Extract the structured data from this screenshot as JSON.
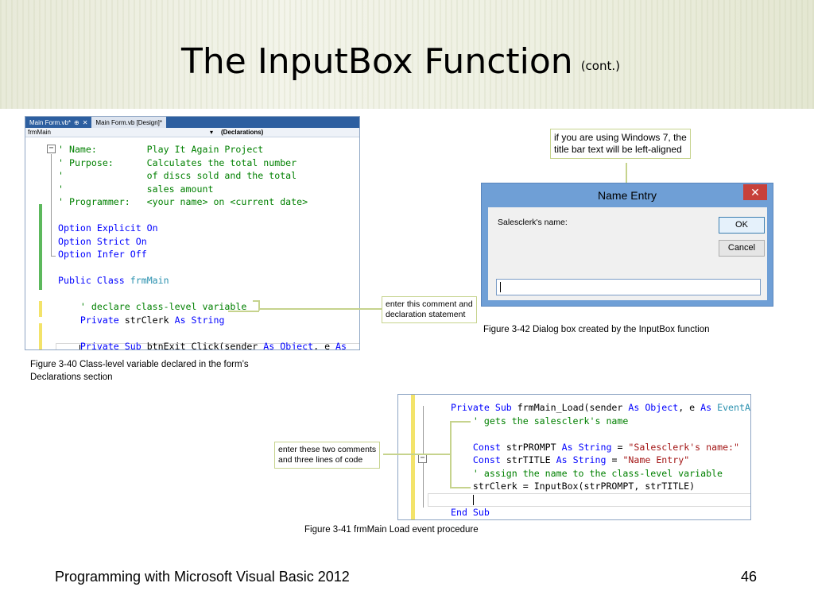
{
  "slide": {
    "title": "The InputBox Function",
    "title_suffix": "(cont.)",
    "footer_left": "Programming with Microsoft Visual Basic 2012",
    "page_number": "46"
  },
  "editor1": {
    "tabs": [
      {
        "label": "Main Form.vb*",
        "pin": "⊕",
        "close": "✕"
      },
      {
        "label": "Main Form.vb [Design]*"
      }
    ],
    "nav_left": "frmMain",
    "nav_right": "(Declarations)",
    "lines": [
      [
        {
          "t": "' Name:         Play It Again Project",
          "c": "cm"
        }
      ],
      [
        {
          "t": "' Purpose:      Calculates the total number",
          "c": "cm"
        }
      ],
      [
        {
          "t": "'               of discs sold and the total",
          "c": "cm"
        }
      ],
      [
        {
          "t": "'               sales amount",
          "c": "cm"
        }
      ],
      [
        {
          "t": "' Programmer:   <your name> on <current date>",
          "c": "cm"
        }
      ],
      [],
      [
        {
          "t": "Option Explicit On",
          "c": "kw"
        }
      ],
      [
        {
          "t": "Option Strict On",
          "c": "kw"
        }
      ],
      [
        {
          "t": "Option Infer Off",
          "c": "kw"
        }
      ],
      [],
      [
        {
          "t": "Public Class ",
          "c": "kw"
        },
        {
          "t": "frmMain",
          "c": "ty"
        }
      ],
      [],
      [
        {
          "t": "    ' declare class-level variable",
          "c": "cm"
        }
      ],
      [
        {
          "t": "    Private ",
          "c": "kw"
        },
        {
          "t": "strClerk ",
          "c": "tx"
        },
        {
          "t": "As ",
          "c": "kw"
        },
        {
          "t": "String",
          "c": "kw"
        }
      ],
      [],
      [
        {
          "t": "    Private Sub ",
          "c": "kw"
        },
        {
          "t": "btnExit_Click(sender ",
          "c": "tx"
        },
        {
          "t": "As ",
          "c": "kw"
        },
        {
          "t": "Object",
          "c": "kw"
        },
        {
          "t": ", e ",
          "c": "tx"
        },
        {
          "t": "As",
          "c": "kw"
        }
      ]
    ]
  },
  "callouts": {
    "declaration": "enter this comment and\ndeclaration statement",
    "windows7": "if you are using Windows 7, the\ntitle bar text will be left-aligned",
    "two_comments": "enter these two comments\nand three lines of code"
  },
  "dialog": {
    "title": "Name Entry",
    "close_glyph": "✕",
    "prompt": "Salesclerk's name:",
    "ok_label": "OK",
    "cancel_label": "Cancel",
    "input_value": ""
  },
  "editor2": {
    "lines": [
      [
        {
          "t": "Private Sub ",
          "c": "kw"
        },
        {
          "t": "frmMain_Load(sender ",
          "c": "tx"
        },
        {
          "t": "As ",
          "c": "kw"
        },
        {
          "t": "Object",
          "c": "kw"
        },
        {
          "t": ", e ",
          "c": "tx"
        },
        {
          "t": "As ",
          "c": "kw"
        },
        {
          "t": "EventA",
          "c": "ty"
        }
      ],
      [
        {
          "t": "    ' gets the salesclerk's name",
          "c": "cm"
        }
      ],
      [],
      [
        {
          "t": "    Const ",
          "c": "kw"
        },
        {
          "t": "strPROMPT ",
          "c": "tx"
        },
        {
          "t": "As ",
          "c": "kw"
        },
        {
          "t": "String ",
          "c": "kw"
        },
        {
          "t": "= ",
          "c": "tx"
        },
        {
          "t": "\"Salesclerk's name:\"",
          "c": "st"
        }
      ],
      [
        {
          "t": "    Const ",
          "c": "kw"
        },
        {
          "t": "strTITLE ",
          "c": "tx"
        },
        {
          "t": "As ",
          "c": "kw"
        },
        {
          "t": "String ",
          "c": "kw"
        },
        {
          "t": "= ",
          "c": "tx"
        },
        {
          "t": "\"Name Entry\"",
          "c": "st"
        }
      ],
      [
        {
          "t": "    ' assign the name to the class-level variable",
          "c": "cm"
        }
      ],
      [
        {
          "t": "    strClerk = InputBox(strPROMPT, strTITLE)",
          "c": "tx"
        }
      ],
      [],
      [
        {
          "t": "End Sub",
          "c": "kw"
        }
      ]
    ]
  },
  "captions": {
    "fig40": "Figure 3-40 Class-level variable declared in the form’s\nDeclarations section",
    "fig42": "Figure 3-42 Dialog box created by the InputBox function",
    "fig41": "Figure 3-41 frmMain Load event procedure"
  },
  "colors": {
    "comment": "#008000",
    "keyword": "#0000ff",
    "type": "#2b91af",
    "string": "#a31515",
    "callout_border": "#c6d38d",
    "dialog_frame": "#6f9fd6",
    "close_button": "#c7413a"
  }
}
